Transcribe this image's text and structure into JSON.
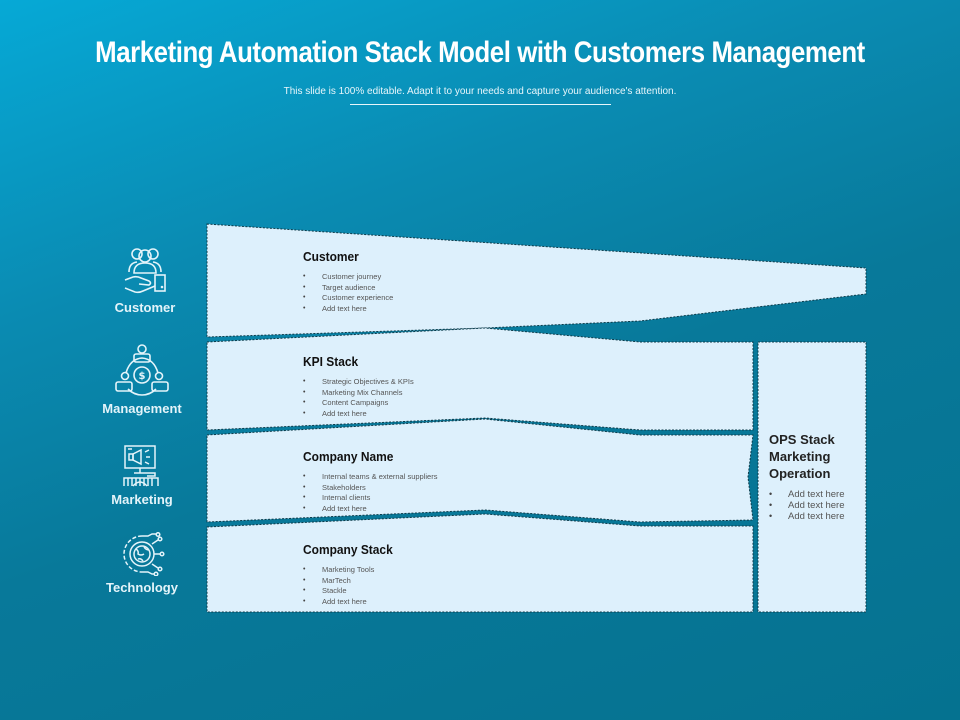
{
  "header": {
    "title": "Marketing Automation Stack Model with Customers Management",
    "subtitle": "This slide is 100% editable. Adapt it to your needs and capture your audience's attention."
  },
  "colors": {
    "background_start": "#06a9d6",
    "background_end": "#057290",
    "panel_fill": "#ddf0fc",
    "panel_border": "#0d3b4a",
    "label_text": "#e4f4fa"
  },
  "categories": [
    {
      "label": "Customer",
      "icon": "customer-hand-group-icon"
    },
    {
      "label": "Management",
      "icon": "management-network-dollar-icon"
    },
    {
      "label": "Marketing",
      "icon": "marketing-computer-megaphone-icon"
    },
    {
      "label": "Technology",
      "icon": "technology-gear-globe-icon"
    }
  ],
  "stacks": [
    {
      "title": "Customer",
      "items": [
        "Customer journey",
        "Target audience",
        "Customer experience",
        "Add text here"
      ]
    },
    {
      "title": "KPI Stack",
      "items": [
        "Strategic Objectives & KPIs",
        "Marketing Mix Channels",
        "Content Campaigns",
        "Add text here"
      ]
    },
    {
      "title": "Company Name",
      "items": [
        "Internal teams & external suppliers",
        "Stakeholders",
        "Internal clients",
        "Add text here"
      ]
    },
    {
      "title": "Company Stack",
      "items": [
        "Marketing Tools",
        "MarTech",
        "Stackle",
        "Add text here"
      ]
    }
  ],
  "ops": {
    "title_lines": [
      "OPS Stack",
      "Marketing",
      "Operation"
    ],
    "items": [
      "Add text here",
      "Add text here",
      "Add text here"
    ]
  }
}
